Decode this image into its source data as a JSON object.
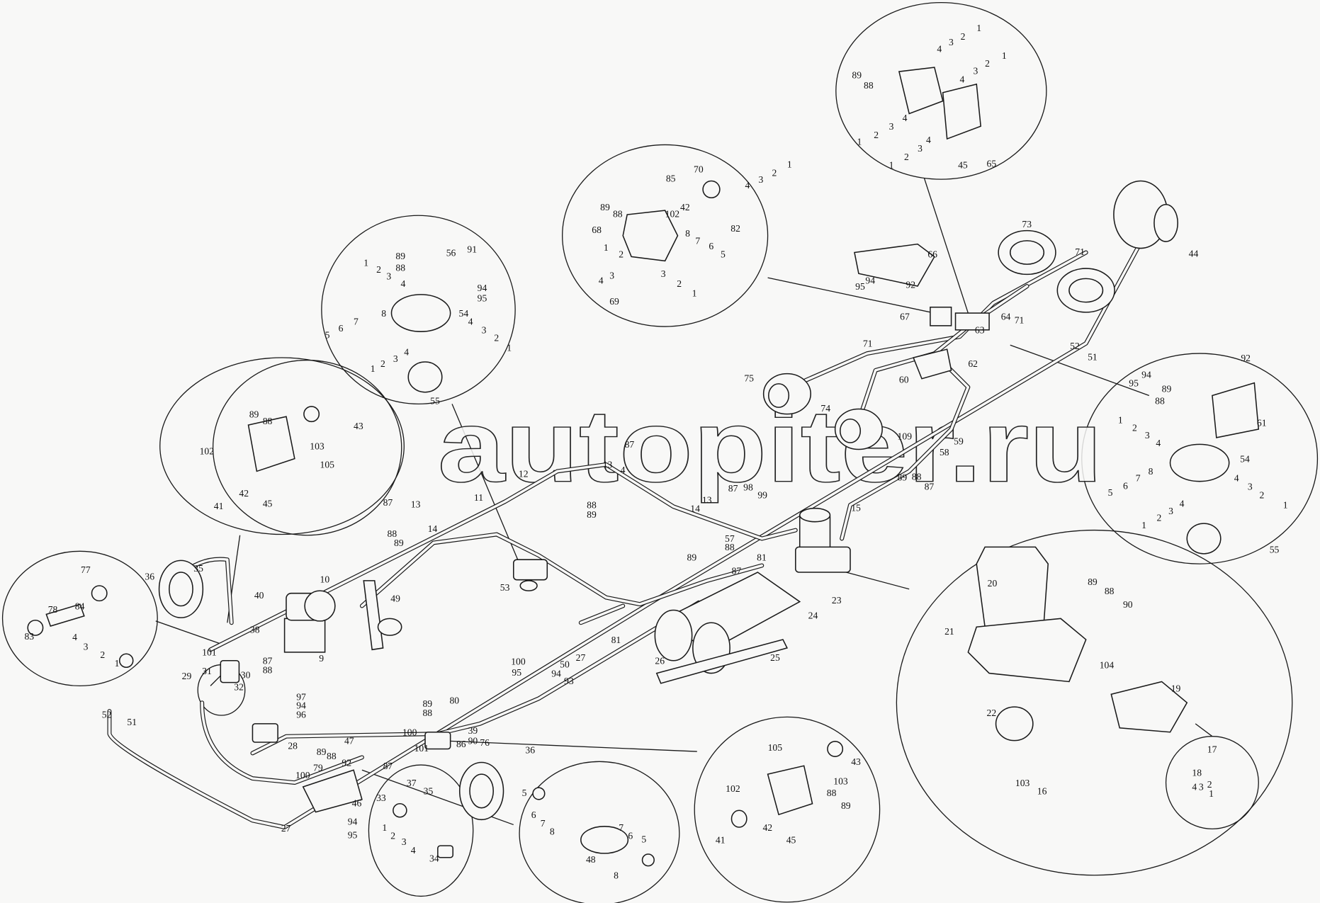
{
  "watermark": "autopiter.ru",
  "colors": {
    "background": "#f8f8f7",
    "line": "#1a1a1a"
  },
  "callouts": [
    "1",
    "2",
    "3",
    "4",
    "1",
    "2",
    "3",
    "4",
    "89",
    "88",
    "1",
    "2",
    "3",
    "4",
    "1",
    "2",
    "3",
    "4",
    "45",
    "65",
    "70",
    "1",
    "2",
    "3",
    "4",
    "85",
    "89",
    "88",
    "102",
    "42",
    "82",
    "68",
    "1",
    "2",
    "3",
    "4",
    "8",
    "7",
    "6",
    "5",
    "3",
    "2",
    "1",
    "69",
    "89",
    "88",
    "56",
    "91",
    "1",
    "2",
    "3",
    "4",
    "94",
    "95",
    "54",
    "8",
    "7",
    "6",
    "5",
    "4",
    "3",
    "2",
    "1",
    "4",
    "3",
    "2",
    "1",
    "55",
    "89",
    "88",
    "43",
    "103",
    "102",
    "105",
    "42",
    "45",
    "41",
    "77",
    "78",
    "84",
    "83",
    "4",
    "3",
    "2",
    "1",
    "35",
    "36",
    "40",
    "38",
    "101",
    "9",
    "10",
    "49",
    "11",
    "12",
    "13",
    "14",
    "87",
    "88",
    "89",
    "53",
    "27",
    "100",
    "50",
    "94",
    "95",
    "93",
    "81",
    "26",
    "25",
    "24",
    "23",
    "15",
    "81",
    "87",
    "57",
    "88",
    "89",
    "13",
    "14",
    "87",
    "98",
    "99",
    "109",
    "58",
    "59",
    "89",
    "88",
    "87",
    "87",
    "13",
    "4",
    "88",
    "89",
    "29",
    "31",
    "30",
    "32",
    "87",
    "88",
    "97",
    "94",
    "96",
    "28",
    "52",
    "51",
    "89",
    "88",
    "47",
    "79",
    "100",
    "92",
    "87",
    "27",
    "46",
    "94",
    "95",
    "80",
    "89",
    "88",
    "90",
    "86",
    "100",
    "101",
    "39",
    "76",
    "37",
    "35",
    "36",
    "66",
    "94",
    "95",
    "92",
    "67",
    "63",
    "64",
    "62",
    "60",
    "71",
    "71",
    "73",
    "71",
    "44",
    "75",
    "74",
    "52",
    "51",
    "92",
    "94",
    "95",
    "89",
    "88",
    "61",
    "1",
    "2",
    "3",
    "4",
    "54",
    "8",
    "7",
    "6",
    "5",
    "4",
    "3",
    "2",
    "1",
    "1",
    "2",
    "3",
    "4",
    "55",
    "20",
    "89",
    "88",
    "90",
    "21",
    "104",
    "19",
    "22",
    "17",
    "18",
    "4",
    "3",
    "2",
    "1",
    "103",
    "16",
    "105",
    "43",
    "103",
    "102",
    "88",
    "89",
    "42",
    "45",
    "41",
    "33",
    "1",
    "2",
    "3",
    "4",
    "34",
    "5",
    "6",
    "7",
    "8",
    "48",
    "7",
    "6",
    "5",
    "8"
  ]
}
